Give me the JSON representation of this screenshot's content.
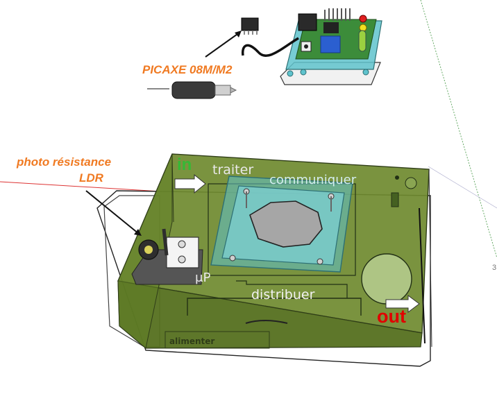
{
  "labels": {
    "picaxe": "PICAXE 08M/M2",
    "photo_line1": "photo résistance",
    "photo_line2": "LDR",
    "in": "in",
    "out": "out",
    "traiter": "traiter",
    "communiquer": "communiquer",
    "distribuer": "distribuer",
    "alimenter": "alimenter",
    "microp": "μP",
    "edge_number": "3"
  },
  "colors": {
    "label_orange": "#f07a22",
    "in_green": "#35b935",
    "out_red": "#e10000",
    "box_green": "#6d8a2d",
    "box_dark": "#4e6a1e",
    "screen_cyan": "#6ec9d0",
    "board_green": "#3f8f3a",
    "axis_red": "#d22",
    "axis_green": "#4a4"
  },
  "icons": [
    "arrow-icon",
    "button-icon",
    "led-icon",
    "connector-icon",
    "jack-plug-icon",
    "ldr-icon"
  ]
}
